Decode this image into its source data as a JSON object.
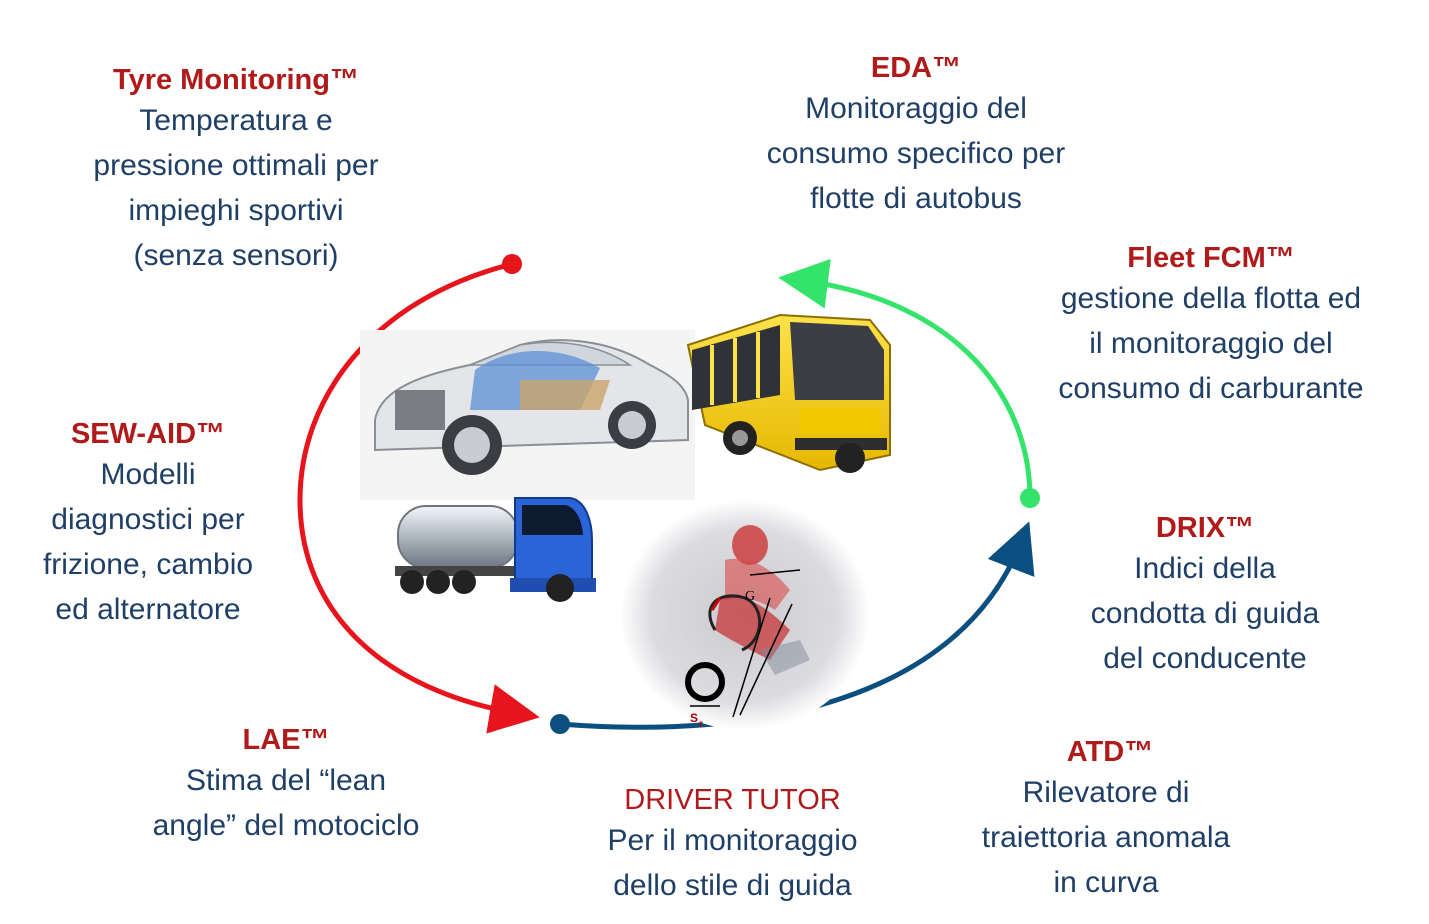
{
  "colors": {
    "title": "#b01a1a",
    "text": "#1f3f66",
    "arc_red": "#e8141c",
    "arc_green": "#33e36a",
    "arc_blue": "#0b4f80"
  },
  "items": {
    "tyre": {
      "title": "Tyre Monitoring™",
      "lines": [
        "Temperatura e",
        "pressione ottimali per",
        "impieghi sportivi",
        "(senza sensori)"
      ]
    },
    "eda": {
      "title": "EDA™",
      "lines": [
        "Monitoraggio del",
        "consumo specifico per",
        "flotte di autobus"
      ]
    },
    "fleet": {
      "title": "Fleet FCM™",
      "lines": [
        "gestione della flotta ed",
        "il monitoraggio del",
        "consumo di carburante"
      ]
    },
    "sew": {
      "title": "SEW-AID™",
      "lines": [
        "Modelli",
        "diagnostici per",
        "frizione, cambio",
        "ed alternatore"
      ]
    },
    "drix": {
      "title": "DRIX™",
      "lines": [
        "Indici della",
        "condotta di guida",
        "del conducente"
      ]
    },
    "lae": {
      "title": "LAE™",
      "lines": [
        "Stima del “lean",
        "angle” del motociclo"
      ]
    },
    "atd": {
      "title": "ATD™",
      "lines": [
        "Rilevatore di",
        "traiettoria anomala",
        "in curva"
      ]
    },
    "driver": {
      "title": "DRIVER TUTOR",
      "lines": [
        "Per il monitoraggio",
        "dello stile di guida"
      ]
    }
  },
  "images": {
    "car": "car-cutaway-image",
    "bus": "yellow-bus-image",
    "truck": "tanker-truck-image",
    "moto": "motorcycle-lean-image",
    "moto_labels": {
      "g": "G",
      "s": "S",
      "r": "r"
    }
  }
}
